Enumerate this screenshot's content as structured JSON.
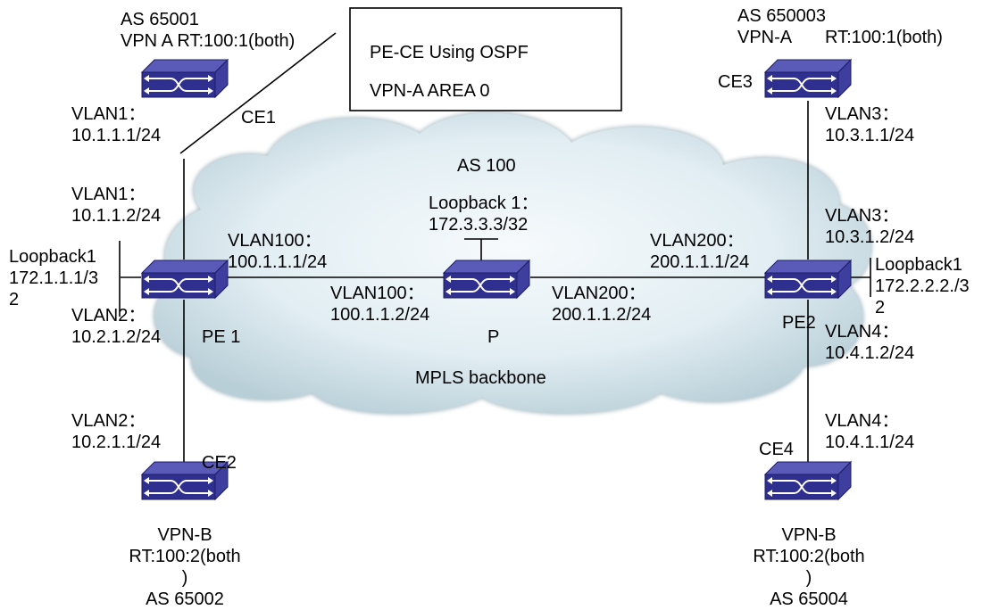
{
  "title_box": {
    "line1": "PE-CE Using OSPF",
    "line2": "VPN-A AREA 0"
  },
  "backbone": {
    "as_label": "AS 100",
    "name": "MPLS backbone"
  },
  "ce1": {
    "as": "AS 65001",
    "vpn": "VPN A RT:100:1(both)",
    "name": "CE1",
    "vlan_label": "VLAN1：",
    "ip": "10.1.1.1/24"
  },
  "ce2": {
    "name": "CE2",
    "vlan_label": "VLAN2：",
    "ip": "10.2.1.1/24",
    "vpn": "VPN-B",
    "rt_line1": "RT:100:2(both",
    "rt_line2": ")",
    "as": "AS 65002"
  },
  "ce3": {
    "as": "AS 650003",
    "vpn": "VPN-A",
    "rt": "RT:100:1(both)",
    "name": "CE3",
    "vlan_label": "VLAN3：",
    "ip": "10.3.1.1/24"
  },
  "ce4": {
    "name": "CE4",
    "vlan_label": "VLAN4：",
    "ip": "10.4.1.1/24",
    "vpn": "VPN-B",
    "rt_line1": "RT:100:2(both",
    "rt_line2": ")",
    "as": "AS 65004"
  },
  "pe1": {
    "name": "PE 1",
    "vlan1_label": "VLAN1：",
    "vlan1_ip": "10.1.1.2/24",
    "loopback_label": "Loopback1",
    "loopback_ip_line1": "172.1.1.1/3",
    "loopback_ip_line2": "2",
    "vlan2_label": "VLAN2：",
    "vlan2_ip": "10.2.1.2/24",
    "vlan100_label": "VLAN100：",
    "vlan100_ip": "100.1.1.1/24"
  },
  "p": {
    "name": "P",
    "loopback_label": "Loopback 1：",
    "loopback_ip": "172.3.3.3/32",
    "vlan100_label": "VLAN100：",
    "vlan100_ip": "100.1.1.2/24",
    "vlan200_label": "VLAN200：",
    "vlan200_ip": "200.1.1.2/24"
  },
  "pe2": {
    "name": "PE2",
    "vlan200_label": "VLAN200：",
    "vlan200_ip": "200.1.1.1/24",
    "vlan3_label": "VLAN3：",
    "vlan3_ip": "10.3.1.2/24",
    "loopback_label": "Loopback1",
    "loopback_ip_line1": "172.2.2.2./3",
    "loopback_ip_line2": "2",
    "vlan4_label": "VLAN4：",
    "vlan4_ip": "10.4.1.2/24"
  },
  "colors": {
    "switch_top": "#5a5ab8",
    "switch_front": "#2f2f8f",
    "switch_side": "#3e3e9e",
    "cloud_fill": "#e4f0f5",
    "cloud_edge": "#6f8891"
  }
}
